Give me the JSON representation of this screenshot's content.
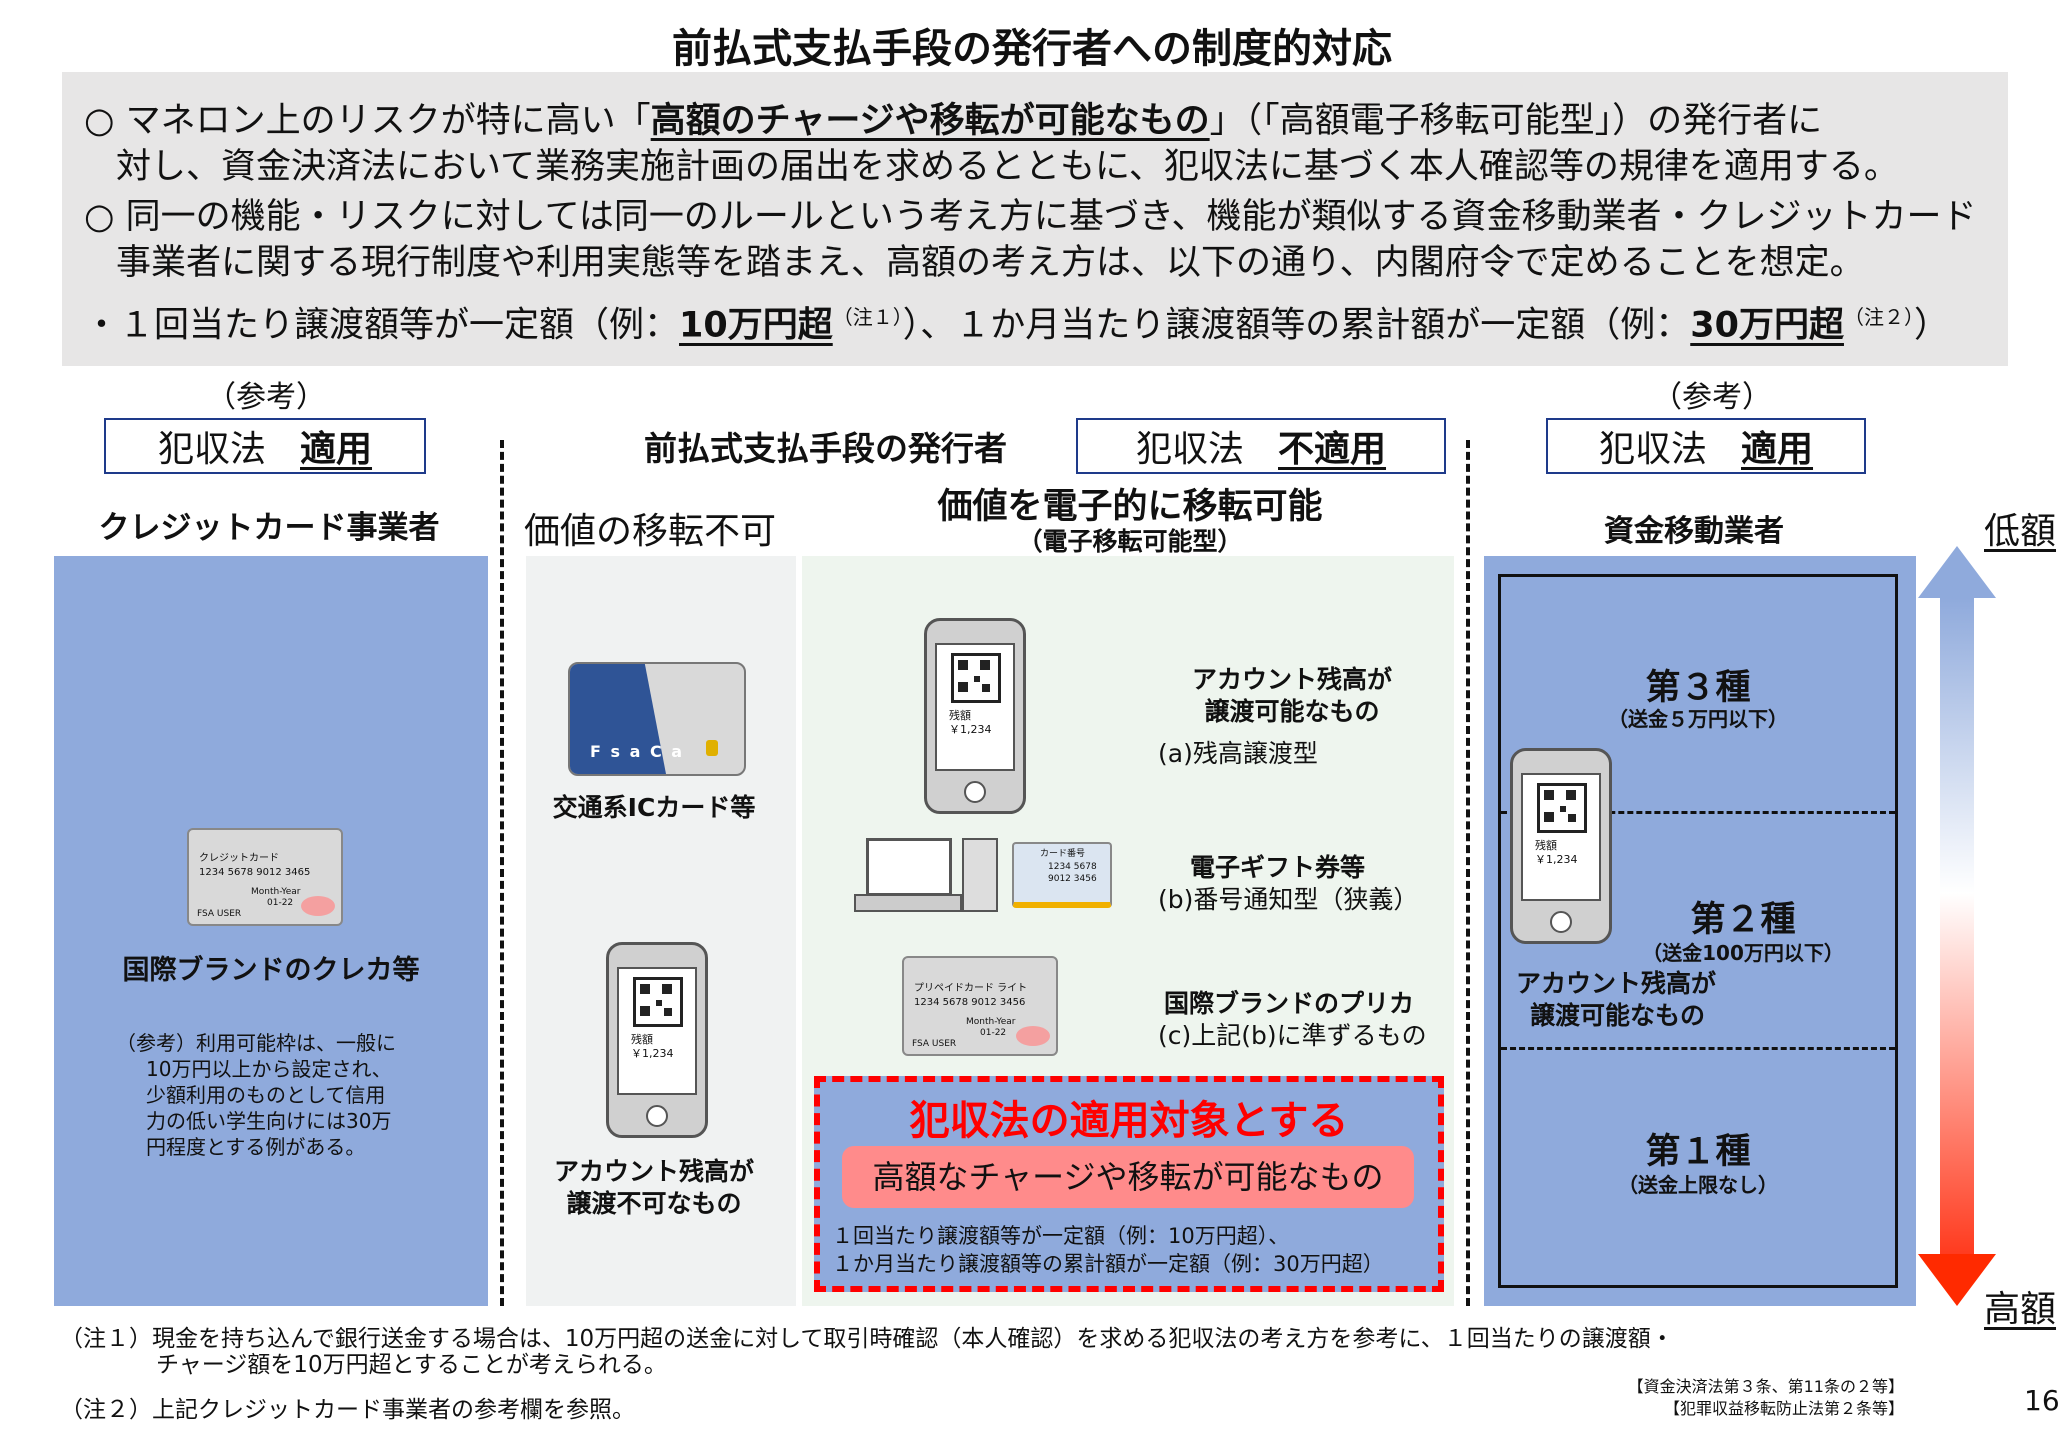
{
  "title": "前払式支払手段の発行者への制度的対応",
  "summary": {
    "p1_a": "○ マネロン上のリスクが特に高い「",
    "p1_b": "高額のチャージや移転が可能なもの",
    "p1_c": "」（「高額電子移転可能型」）の発行者に",
    "p1_d": "対し、資金決済法において業務実施計画の届出を求めるとともに、犯収法に基づく本人確認等の規律を適用する。",
    "p2_a": "○ 同一の機能・リスクに対しては同一のルールという考え方に基づき、機能が類似する資金移動業者・クレジットカード",
    "p2_b": "事業者に関する現行制度や利用実態等を踏まえ、高額の考え方は、以下の通り、内閣府令で定めることを想定。",
    "p3_a": "・１回当たり譲渡額等が一定額（例：",
    "p3_b": "10万円超",
    "p3_c": "（注１）",
    "p3_d": "）、１か月当たり譲渡額等の累計額が一定額（例：",
    "p3_e": "30万円超",
    "p3_f": "（注２）",
    "p3_g": "）"
  },
  "left": {
    "ref": "（参考）",
    "law": "犯収法",
    "status": "適用",
    "heading": "クレジットカード事業者",
    "card_l1": "クレジットカード",
    "card_l2": "1234 5678 9012 3465",
    "card_l3": "Month-Year",
    "card_l4": "01-22",
    "card_l5": "FSA USER",
    "card_caption": "国際ブランドのクレカ等",
    "note_l1": "（参考）利用可能枠は、一般に",
    "note_l2": "10万円以上から設定され、",
    "note_l3": "少額利用のものとして信用",
    "note_l4": "力の低い学生向けには30万",
    "note_l5": "円程度とする例がある。"
  },
  "middle": {
    "issuer": "前払式支払手段の発行者",
    "law": "犯収法",
    "status": "不適用",
    "nontransfer_heading": "価値の移転不可",
    "transfer_heading": "価値を電子的に移転可能",
    "transfer_sub": "（電子移転可能型）",
    "ic_card_text": "F s a C a",
    "ic_caption": "交通系ICカード等",
    "phone_balance_label": "残額",
    "phone_balance_value": "￥1,234",
    "nontransfer_caption_l1": "アカウント残高が",
    "nontransfer_caption_l2": "譲渡不可なもの",
    "a_title_l1": "アカウント残高が",
    "a_title_l2": "譲渡可能なもの",
    "a_sub": "(a)残高譲渡型",
    "gift_card_l1": "カード番号",
    "gift_card_l2": "1234 5678",
    "gift_card_l3": "9012 3456",
    "b_title": "電子ギフト券等",
    "b_sub": "(b)番号通知型（狭義）",
    "prepaid_l1": "プリペイドカード ライト",
    "prepaid_l2": "1234 5678 9012 3456",
    "prepaid_l3": "Month-Year",
    "prepaid_l4": "01-22",
    "prepaid_l5": "FSA USER",
    "c_title": "国際ブランドのプリカ",
    "c_sub": "(c)上記(b)に準ずるもの",
    "target_title": "犯収法の適用対象とする",
    "target_pill": "高額なチャージや移転が可能なもの",
    "target_l1": "１回当たり譲渡額等が一定額（例：10万円超）、",
    "target_l2": "１か月当たり譲渡額等の累計額が一定額（例：30万円超）"
  },
  "right": {
    "ref": "（参考）",
    "law": "犯収法",
    "status": "適用",
    "heading": "資金移動業者",
    "type3": "第３種",
    "type3_sub": "（送金５万円以下）",
    "type2": "第２種",
    "type2_sub": "（送金100万円以下）",
    "type1": "第１種",
    "type1_sub": "（送金上限なし）",
    "phone_caption_l1": "アカウント残高が",
    "phone_caption_l2": "譲渡可能なもの",
    "phone_balance_label": "残額",
    "phone_balance_value": "￥1,234",
    "low": "低額",
    "high": "高額"
  },
  "notes": {
    "n1_l1": "（注１）現金を持ち込んで銀行送金する場合は、10万円超の送金に対して取引時確認（本人確認）を求める犯収法の考え方を参考に、１回当たりの譲渡額・",
    "n1_l2": "チャージ額を10万円超とすることが考えられる。",
    "n2": "（注２）上記クレジットカード事業者の参考欄を参照。",
    "ref1": "【資金決済法第３条、第11条の２等】",
    "ref2": "【犯罪収益移転防止法第２条等】",
    "page": "16"
  },
  "colors": {
    "panel_blue": "#8faadc",
    "summary_bg": "#e7e6e6",
    "target_red": "#ff0000",
    "pill_bg": "#ff8b8b"
  }
}
